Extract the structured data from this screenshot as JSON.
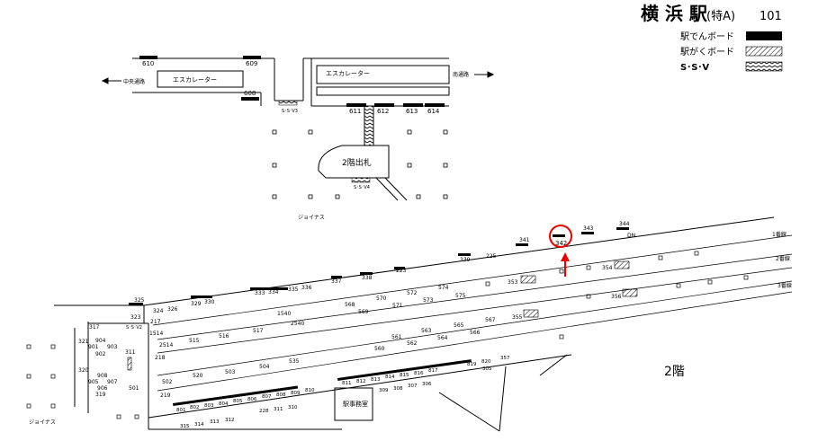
{
  "title": {
    "station": "横 浜 駅",
    "rank": "(特A)",
    "code": "101"
  },
  "legend": [
    {
      "label": "駅でんボード",
      "style": "solid"
    },
    {
      "label": "駅がくボード",
      "style": "hatch"
    },
    {
      "label": "S･S･V",
      "style": "zigzag"
    }
  ],
  "floor_label": "2階",
  "upper": {
    "left_arrow": "中央通路",
    "right_arrow": "南通路",
    "escalator_left": "エスカレーター",
    "escalator_right": "エスカレーター",
    "gate": "2階出札",
    "ssv3": "S･S･V3",
    "ssv4": "S･S･V4",
    "joinus": "ジョイナス",
    "boards": [
      "610",
      "609",
      "608",
      "611",
      "612",
      "613",
      "614"
    ]
  },
  "lower": {
    "joinus": "ジョイナス",
    "station_office": "駅事務室",
    "tracks": [
      "1番線",
      "2番線",
      "3番線"
    ],
    "ssv2": "S･S･V2",
    "dn": "DN",
    "highlight": "342",
    "top_row": [
      "325",
      "323",
      "324",
      "326",
      "329",
      "330",
      "333",
      "334",
      "335",
      "336",
      "337",
      "338",
      "223",
      "339",
      "225",
      "341",
      "343",
      "344"
    ],
    "left_col": [
      "317",
      "321",
      "901",
      "903",
      "904",
      "902",
      "320",
      "905",
      "907",
      "908",
      "906",
      "319"
    ],
    "inner": [
      "217",
      "218",
      "219",
      "311",
      "501",
      "1514",
      "2514",
      "515",
      "516",
      "517",
      "1540",
      "2540",
      "502",
      "520",
      "503",
      "504",
      "535",
      "568",
      "569",
      "570",
      "571",
      "572",
      "573",
      "574",
      "575",
      "560",
      "561",
      "562",
      "563",
      "564",
      "565",
      "566",
      "567",
      "353",
      "354",
      "355",
      "356"
    ],
    "bottom_row": [
      "801",
      "802",
      "803",
      "804",
      "805",
      "806",
      "807",
      "808",
      "809",
      "810",
      "811",
      "812",
      "813",
      "814",
      "815",
      "816",
      "817",
      "819",
      "820",
      "315",
      "314",
      "313",
      "312",
      "228",
      "311",
      "310",
      "309",
      "308",
      "307",
      "306",
      "305",
      "357"
    ]
  }
}
